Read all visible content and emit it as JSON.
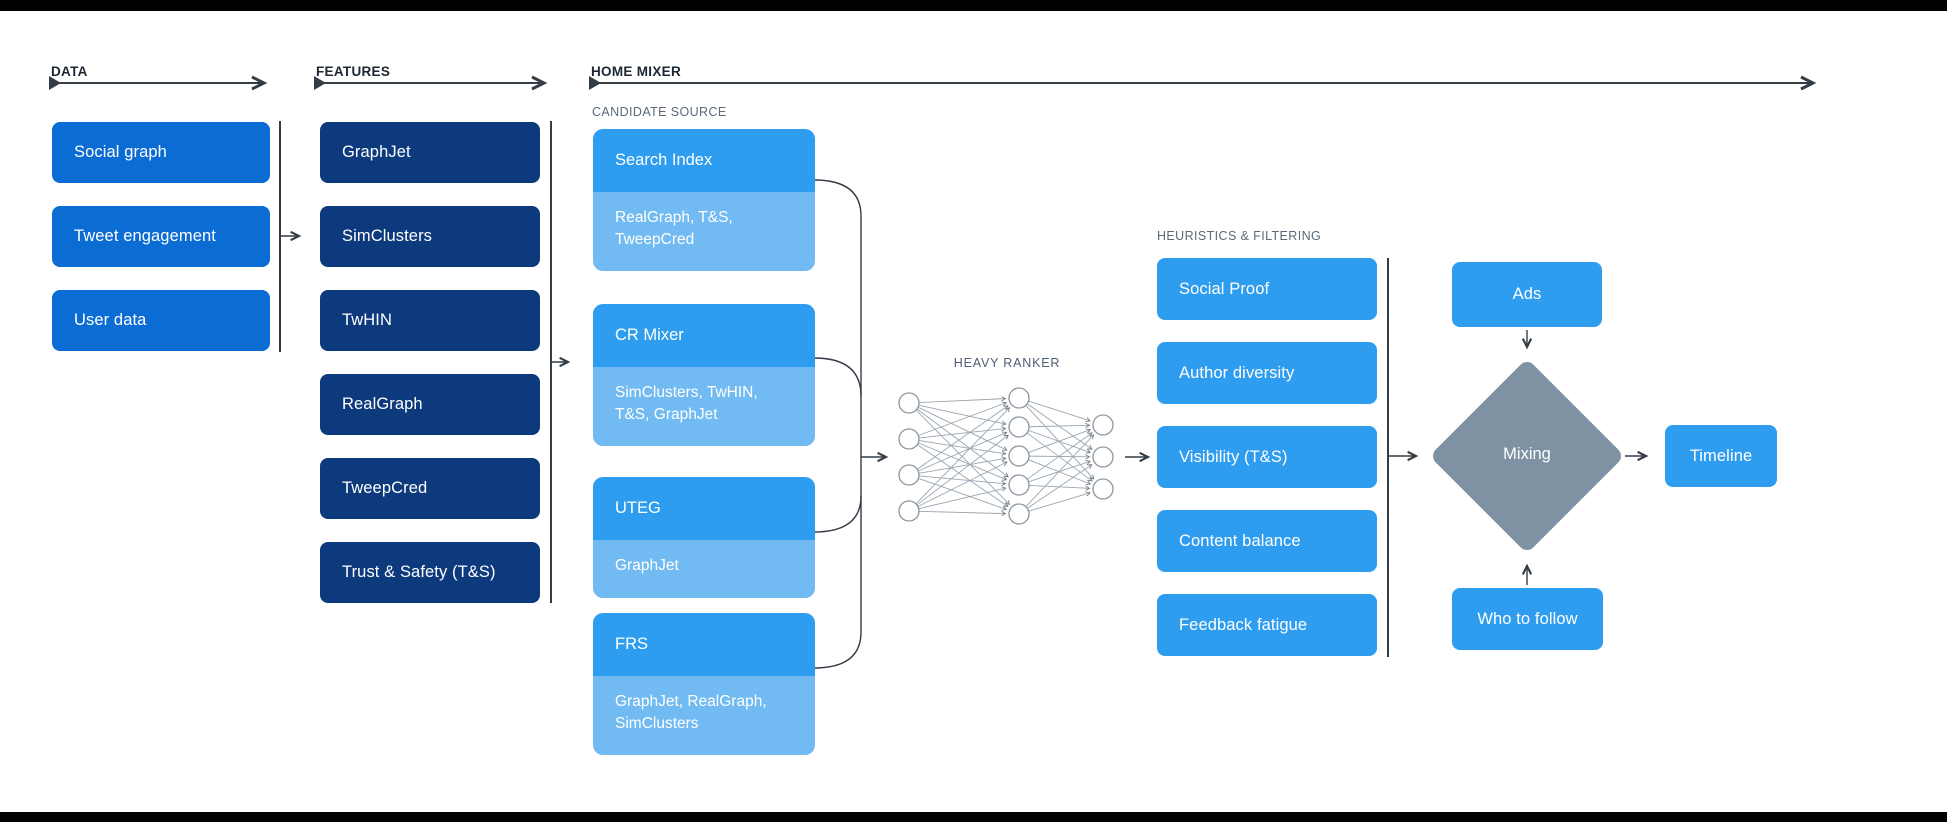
{
  "headers": {
    "data": "DATA",
    "features": "FEATURES",
    "home_mixer": "HOME MIXER"
  },
  "data_sources": {
    "items": [
      "Social graph",
      "Tweet engagement",
      "User data"
    ]
  },
  "features": {
    "items": [
      "GraphJet",
      "SimClusters",
      "TwHIN",
      "RealGraph",
      "TweepCred",
      "Trust & Safety (T&S)"
    ]
  },
  "candidate_source": {
    "label": "CANDIDATE SOURCE",
    "sources": [
      {
        "name": "Search Index",
        "uses": "RealGraph, T&S, TweepCred"
      },
      {
        "name": "CR Mixer",
        "uses": "SimClusters, TwHIN, T&S, GraphJet"
      },
      {
        "name": "UTEG",
        "uses": "GraphJet"
      },
      {
        "name": "FRS",
        "uses": "GraphJet, RealGraph, SimClusters"
      }
    ]
  },
  "heavy_ranker": {
    "label": "HEAVY RANKER"
  },
  "heuristics": {
    "label": "HEURISTICS & FILTERING",
    "items": [
      "Social Proof",
      "Author diversity",
      "Visibility (T&S)",
      "Content balance",
      "Feedback fatigue"
    ]
  },
  "mixing": {
    "diamond_label": "Mixing",
    "inputs": {
      "ads": "Ads",
      "who_to_follow": "Who to follow"
    }
  },
  "output": {
    "timeline": "Timeline"
  },
  "colors": {
    "data_box": "#0B6CD3",
    "feature_box": "#0D3A7D",
    "source_header": "#2E9DF0",
    "source_body": "#72BAF2",
    "filter_box": "#2E9DF0",
    "diamond": "#7E92A3",
    "line": "#343C46",
    "label_dark": "#1C2733",
    "label_gray": "#5C6A78"
  }
}
